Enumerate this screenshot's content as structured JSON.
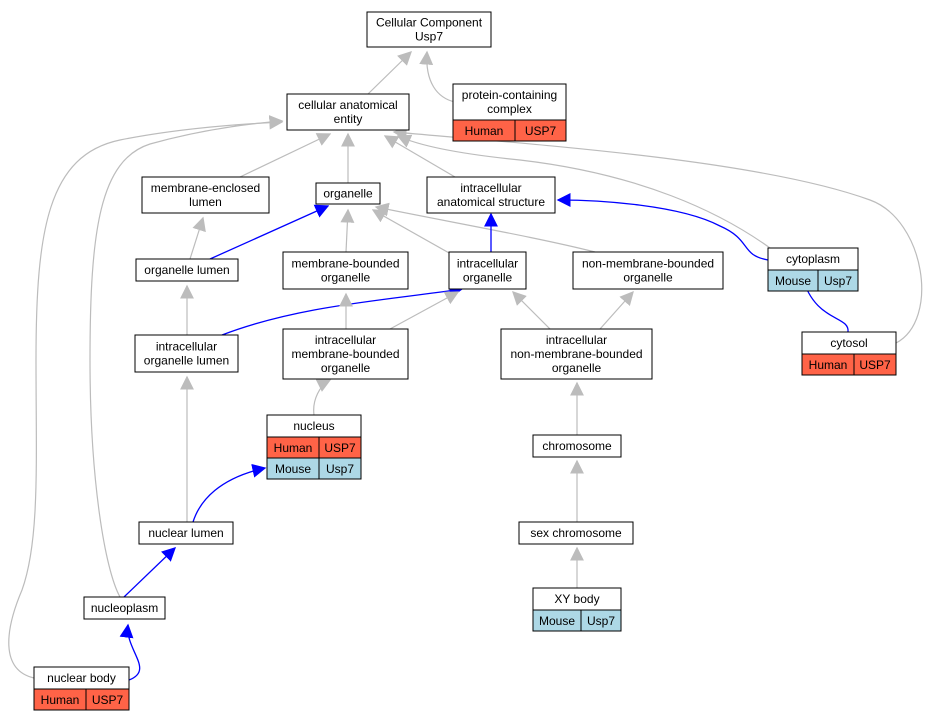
{
  "colors": {
    "gray_edge": "#bcbcbc",
    "blue_edge": "#0000ff",
    "human_fill": "#ff6347",
    "mouse_fill": "#add8e6",
    "node_border": "#000000"
  },
  "nodes": {
    "root": {
      "lines": [
        "Cellular Component",
        "Usp7"
      ]
    },
    "cae": {
      "lines": [
        "cellular anatomical",
        "entity"
      ]
    },
    "pcc": {
      "lines": [
        "protein-containing",
        "complex"
      ]
    },
    "mel": {
      "lines": [
        "membrane-enclosed",
        "lumen"
      ]
    },
    "organelle": {
      "lines": [
        "organelle"
      ]
    },
    "ias": {
      "lines": [
        "intracellular",
        "anatomical structure"
      ]
    },
    "ol": {
      "lines": [
        "organelle lumen"
      ]
    },
    "mbo": {
      "lines": [
        "membrane-bounded",
        "organelle"
      ]
    },
    "io": {
      "lines": [
        "intracellular",
        "organelle"
      ]
    },
    "nmbo": {
      "lines": [
        "non-membrane-bounded",
        "organelle"
      ]
    },
    "cytoplasm": {
      "lines": [
        "cytoplasm"
      ]
    },
    "iol": {
      "lines": [
        "intracellular",
        "organelle lumen"
      ]
    },
    "imbo": {
      "lines": [
        "intracellular",
        "membrane-bounded",
        "organelle"
      ]
    },
    "inmbo": {
      "lines": [
        "intracellular",
        "non-membrane-bounded",
        "organelle"
      ]
    },
    "cytosol": {
      "lines": [
        "cytosol"
      ]
    },
    "nucleus": {
      "lines": [
        "nucleus"
      ]
    },
    "chromosome": {
      "lines": [
        "chromosome"
      ]
    },
    "nuclear_lumen": {
      "lines": [
        "nuclear lumen"
      ]
    },
    "sex_chromosome": {
      "lines": [
        "sex chromosome"
      ]
    },
    "nucleoplasm": {
      "lines": [
        "nucleoplasm"
      ]
    },
    "xy_body": {
      "lines": [
        "XY body"
      ]
    },
    "nuclear_body": {
      "lines": [
        "nuclear body"
      ]
    }
  },
  "annotations": {
    "pcc": [
      [
        "Human",
        "USP7"
      ]
    ],
    "cytoplasm": [
      [
        "Mouse",
        "Usp7"
      ]
    ],
    "cytosol": [
      [
        "Human",
        "USP7"
      ]
    ],
    "nucleus": [
      [
        "Human",
        "USP7"
      ],
      [
        "Mouse",
        "Usp7"
      ]
    ],
    "xy_body": [
      [
        "Mouse",
        "Usp7"
      ]
    ],
    "nuclear_body": [
      [
        "Human",
        "USP7"
      ]
    ]
  },
  "edges": [
    {
      "from": "cae",
      "to": "root",
      "color": "gray"
    },
    {
      "from": "pcc",
      "to": "root",
      "color": "gray"
    },
    {
      "from": "mel",
      "to": "cae",
      "color": "gray"
    },
    {
      "from": "organelle",
      "to": "cae",
      "color": "gray"
    },
    {
      "from": "ias",
      "to": "cae",
      "color": "gray"
    },
    {
      "from": "cytoplasm",
      "to": "cae",
      "color": "gray"
    },
    {
      "from": "cytosol",
      "to": "cae",
      "color": "gray"
    },
    {
      "from": "nucleoplasm",
      "to": "cae",
      "color": "gray"
    },
    {
      "from": "nuclear_body",
      "to": "cae",
      "color": "gray"
    },
    {
      "from": "ol",
      "to": "mel",
      "color": "gray"
    },
    {
      "from": "ol",
      "to": "organelle",
      "color": "blue"
    },
    {
      "from": "mbo",
      "to": "organelle",
      "color": "gray"
    },
    {
      "from": "io",
      "to": "organelle",
      "color": "gray"
    },
    {
      "from": "nmbo",
      "to": "organelle",
      "color": "gray"
    },
    {
      "from": "io",
      "to": "ias",
      "color": "blue"
    },
    {
      "from": "cytoplasm",
      "to": "ias",
      "color": "blue"
    },
    {
      "from": "iol",
      "to": "ol",
      "color": "gray"
    },
    {
      "from": "iol",
      "to": "io",
      "color": "blue"
    },
    {
      "from": "imbo",
      "to": "mbo",
      "color": "gray"
    },
    {
      "from": "imbo",
      "to": "io",
      "color": "gray"
    },
    {
      "from": "inmbo",
      "to": "io",
      "color": "gray"
    },
    {
      "from": "inmbo",
      "to": "nmbo",
      "color": "gray"
    },
    {
      "from": "cytosol",
      "to": "cytoplasm",
      "color": "blue"
    },
    {
      "from": "nucleus",
      "to": "imbo",
      "color": "gray"
    },
    {
      "from": "chromosome",
      "to": "inmbo",
      "color": "gray"
    },
    {
      "from": "nuclear_lumen",
      "to": "iol",
      "color": "gray"
    },
    {
      "from": "nuclear_lumen",
      "to": "nucleus",
      "color": "blue"
    },
    {
      "from": "sex_chromosome",
      "to": "chromosome",
      "color": "gray"
    },
    {
      "from": "nucleoplasm",
      "to": "nuclear_lumen",
      "color": "blue"
    },
    {
      "from": "xy_body",
      "to": "sex_chromosome",
      "color": "gray"
    },
    {
      "from": "nuclear_body",
      "to": "nucleoplasm",
      "color": "blue"
    }
  ]
}
